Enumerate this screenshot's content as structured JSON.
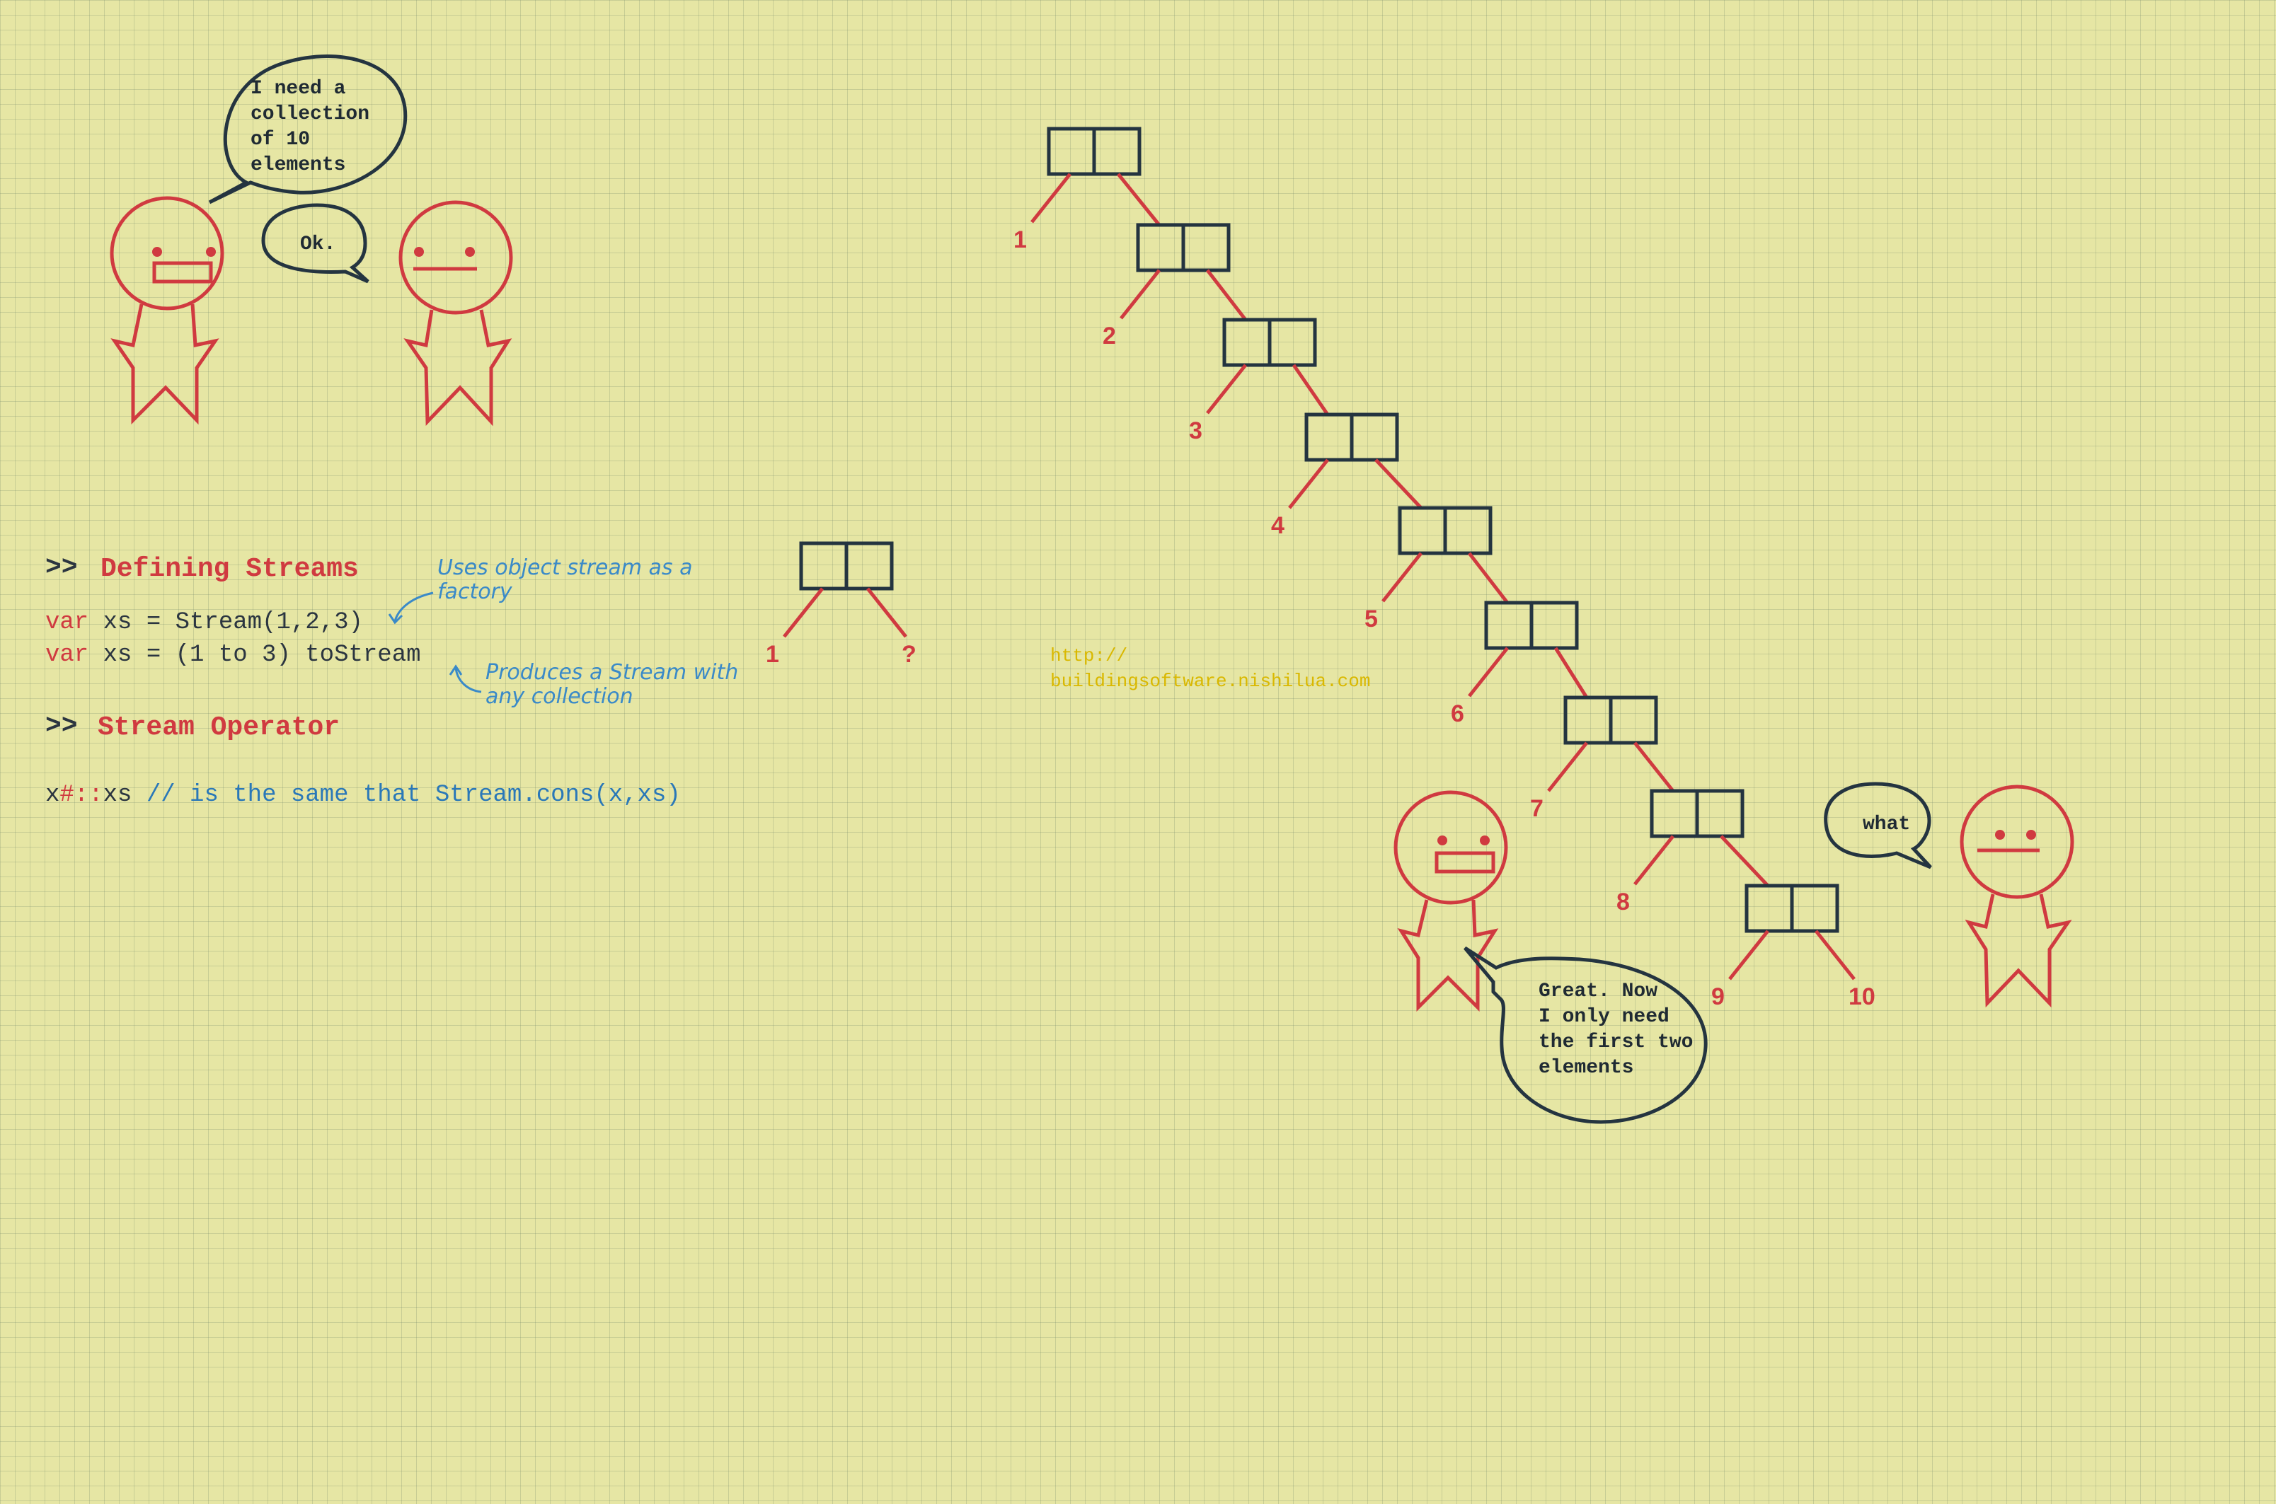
{
  "bubbles": {
    "request": [
      "I need a",
      "collection",
      "of 10",
      "elements"
    ],
    "ok": "Ok.",
    "great": [
      "Great. Now",
      "I only need",
      "the first two",
      "elements"
    ],
    "what": "what"
  },
  "code": {
    "heading1_prefix": ">>",
    "heading1": "Defining Streams",
    "line1_kw": "var",
    "line1_rest": " xs = Stream(1,2,3)",
    "line2_kw": "var",
    "line2_rest": " xs = (1 to 3) toStream",
    "note1": [
      "Uses object stream as a",
      "factory"
    ],
    "note2": [
      "Produces a Stream with",
      "any collection"
    ],
    "heading2_prefix": ">>",
    "heading2": "Stream Operator",
    "op_x": "x",
    "op_sym": "#::",
    "op_xs": "xs",
    "op_comment": "  // is the same that Stream.cons(x,xs)"
  },
  "small_stream": {
    "head": "1",
    "tail": "?"
  },
  "big_stream": {
    "labels": [
      "1",
      "2",
      "3",
      "4",
      "5",
      "6",
      "7",
      "8",
      "9",
      "10"
    ]
  },
  "url": [
    "http://",
    "buildingsoftware.nishilua.com"
  ],
  "colors": {
    "background": "#e6e6a4",
    "red": "#d03a40",
    "dark": "#243440",
    "blue": "#2a78b8",
    "yellow": "#d9b800"
  }
}
